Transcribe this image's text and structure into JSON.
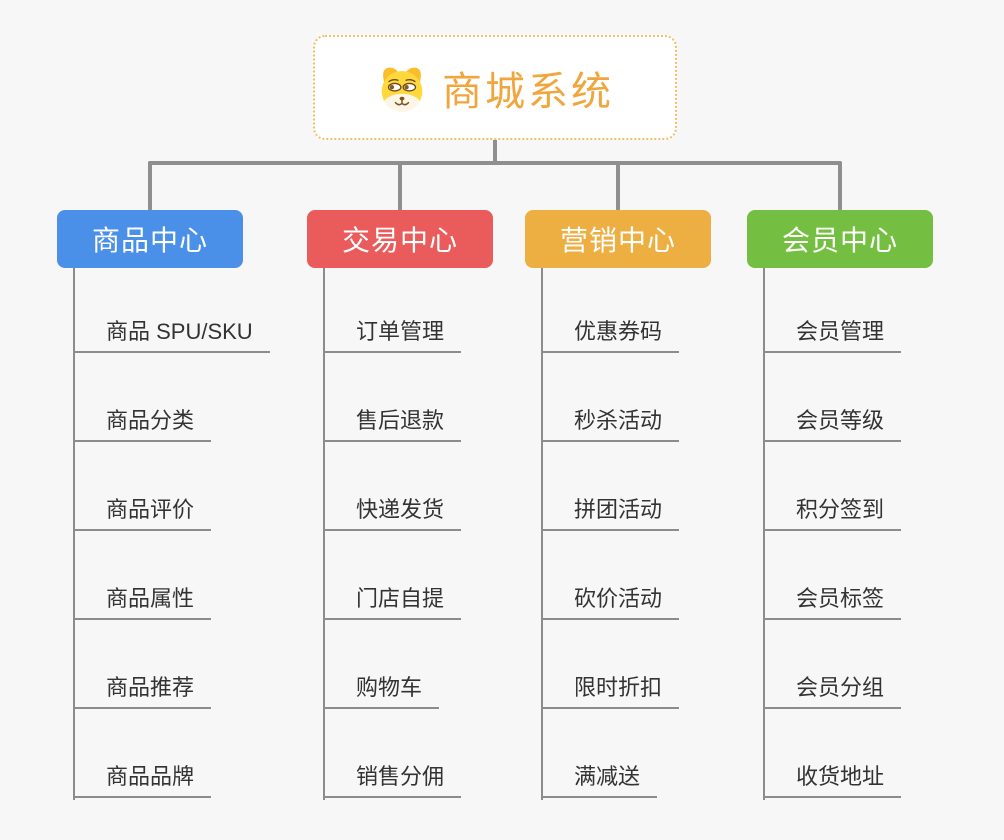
{
  "root": {
    "title": "商城系统",
    "icon": "doge-icon"
  },
  "branches": [
    {
      "label": "商品中心",
      "color": "#4A90E9",
      "items": [
        "商品 SPU/SKU",
        "商品分类",
        "商品评价",
        "商品属性",
        "商品推荐",
        "商品品牌"
      ]
    },
    {
      "label": "交易中心",
      "color": "#EA5B5B",
      "items": [
        "订单管理",
        "售后退款",
        "快递发货",
        "门店自提",
        "购物车",
        "销售分佣"
      ]
    },
    {
      "label": "营销中心",
      "color": "#EDAE42",
      "items": [
        "优惠券码",
        "秒杀活动",
        "拼团活动",
        "砍价活动",
        "限时折扣",
        "满减送"
      ]
    },
    {
      "label": "会员中心",
      "color": "#74BF42",
      "items": [
        "会员管理",
        "会员等级",
        "积分签到",
        "会员标签",
        "会员分组",
        "收货地址"
      ]
    }
  ],
  "colors": {
    "background": "#F7F7F7",
    "connector": "#8F8F8F",
    "leaf_underline": "#8C8C8C",
    "leaf_text": "#333333",
    "root_text": "#F0A63C",
    "root_border": "#F2BE69"
  }
}
